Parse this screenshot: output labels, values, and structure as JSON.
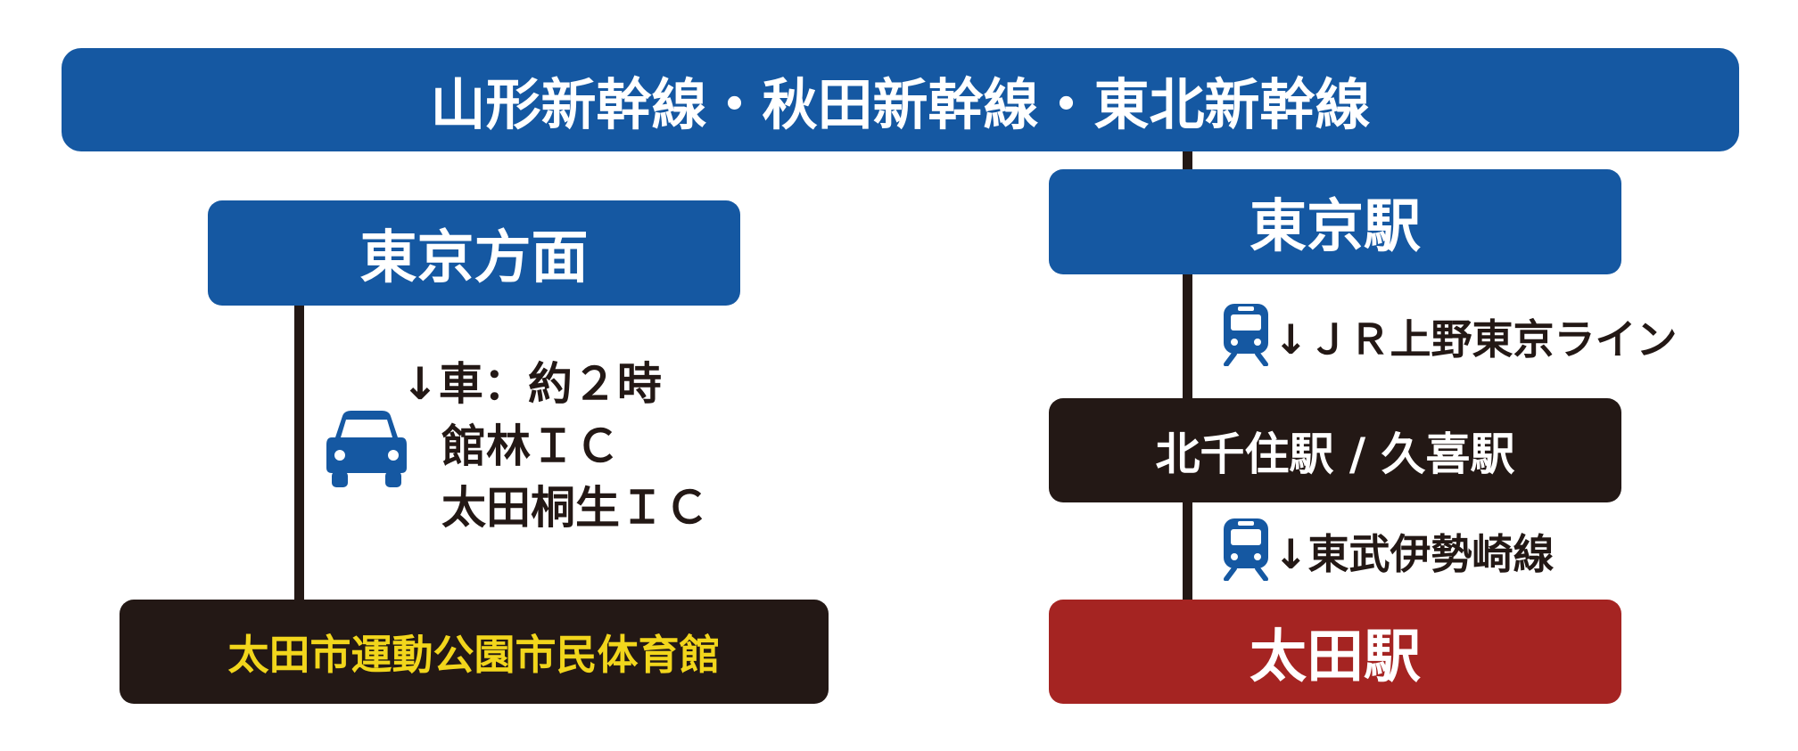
{
  "header": {
    "title": "山形新幹線・秋田新幹線・東北新幹線"
  },
  "left_route": {
    "start": "東京方面",
    "car_step": {
      "line1": "↓車：約２時",
      "line2": "館林ＩＣ",
      "line3": "太田桐生ＩＣ"
    },
    "destination": "太田市運動公園市民体育館"
  },
  "right_route": {
    "start": "東京駅",
    "train_step_1": "↓ＪＲ上野東京ライン",
    "transfer": "北千住駅 / 久喜駅",
    "train_step_2": "↓東武伊勢崎線",
    "destination": "太田駅"
  },
  "colors": {
    "blue": "#1558a2",
    "black": "#231815",
    "red": "#a52422",
    "yellow": "#f2d61c",
    "white": "#ffffff"
  },
  "icons": {
    "car": "car-icon",
    "train": "train-icon"
  }
}
